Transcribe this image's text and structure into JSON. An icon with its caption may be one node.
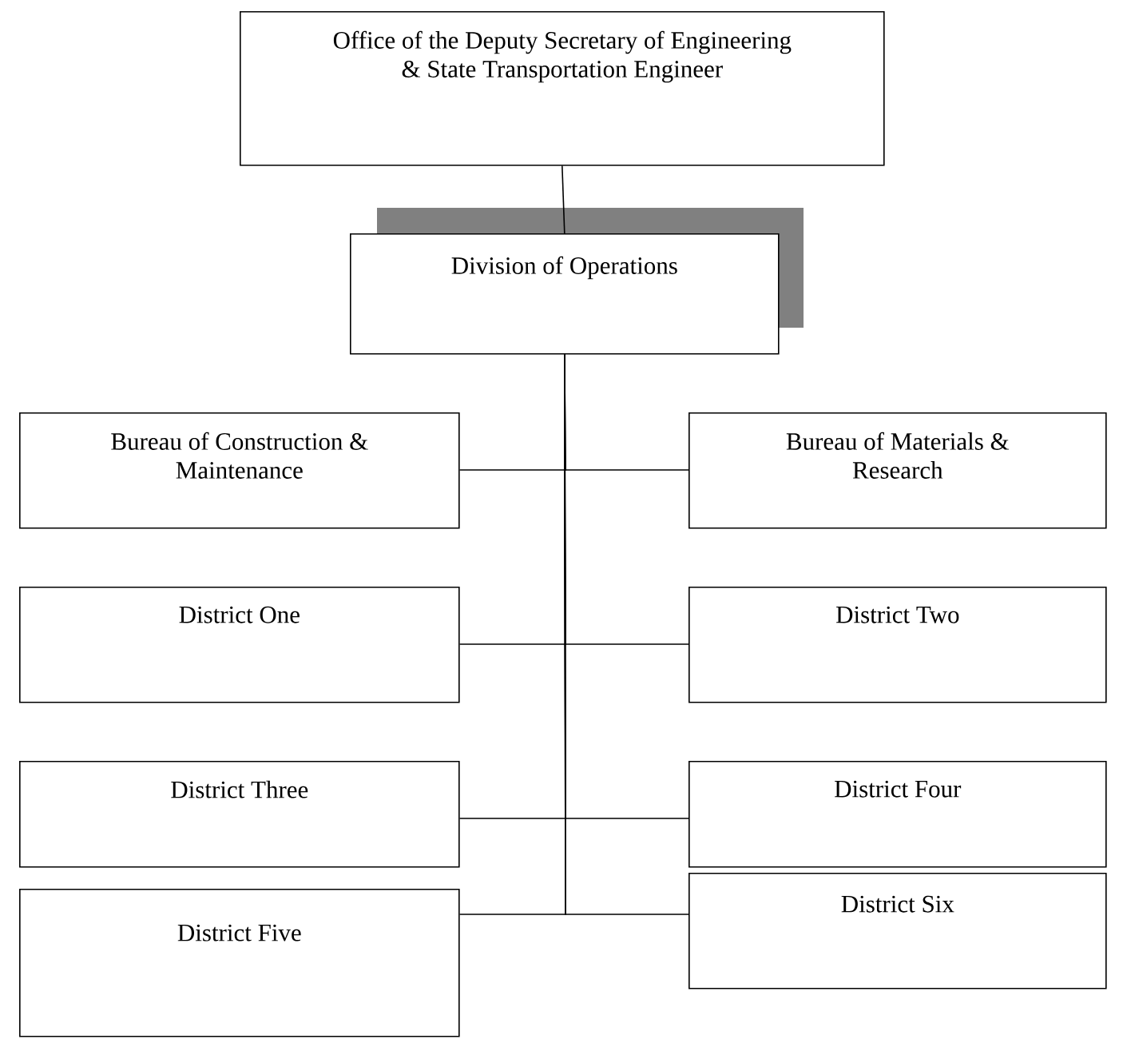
{
  "diagram": {
    "nodes": [
      {
        "text": [
          "Office of the Deputy Secretary of Engineering & State Transportation Engineer"
        ]
      },
      {
        "text": [
          "Division of Operations"
        ]
      },
      {
        "text": [
          "Bureau of Construction & Maintenance"
        ]
      },
      {
        "text": [
          "Bureau of Materials & Research"
        ]
      },
      {
        "text": [
          "District One"
        ]
      },
      {
        "text": [
          "District Two"
        ]
      },
      {
        "text": [
          "District Three"
        ]
      },
      {
        "text": [
          "District Four"
        ]
      },
      {
        "text": [
          "District Five"
        ]
      },
      {
        "text": [
          "District Six"
        ]
      }
    ],
    "edges": [
      {
        "from": 0,
        "to": 1,
        "arrow": "none"
      },
      {
        "from": 1,
        "to": 2,
        "arrow": "none"
      },
      {
        "from": 1,
        "to": 3,
        "arrow": "none"
      },
      {
        "from": 1,
        "to": 4,
        "arrow": "none"
      },
      {
        "from": 1,
        "to": 5,
        "arrow": "none"
      },
      {
        "from": 1,
        "to": 6,
        "arrow": "none"
      },
      {
        "from": 1,
        "to": 7,
        "arrow": "none"
      },
      {
        "from": 1,
        "to": 8,
        "arrow": "none"
      },
      {
        "from": 1,
        "to": 9,
        "arrow": "none"
      }
    ]
  }
}
